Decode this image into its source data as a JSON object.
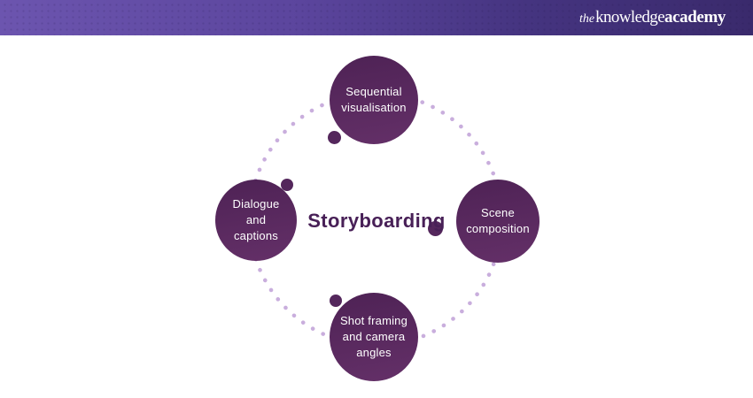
{
  "header": {
    "logo": {
      "the": "the",
      "knowledge": "knowledge",
      "academy": "academy"
    },
    "colors": {
      "gradient_left": "#6C55AF",
      "gradient_right": "#3A2A6C",
      "logo_text": "#FFFFFF"
    }
  },
  "diagram": {
    "title": "Storyboarding",
    "nodes": [
      {
        "position": "top",
        "label": "Sequential\nvisualisation"
      },
      {
        "position": "right",
        "label": "Scene\ncomposition"
      },
      {
        "position": "bottom",
        "label": "Shot framing\nand camera\nangles"
      },
      {
        "position": "left",
        "label": "Dialogue\nand\ncaptions"
      }
    ],
    "colors": {
      "node_fill_top": "#4E2255",
      "node_fill_bottom": "#643068",
      "node_text": "#FFFFFF",
      "title_text": "#482057",
      "ring_dots": "#C9AEDD",
      "satellite_dots": "#54275C",
      "background": "#FFFFFF"
    }
  }
}
